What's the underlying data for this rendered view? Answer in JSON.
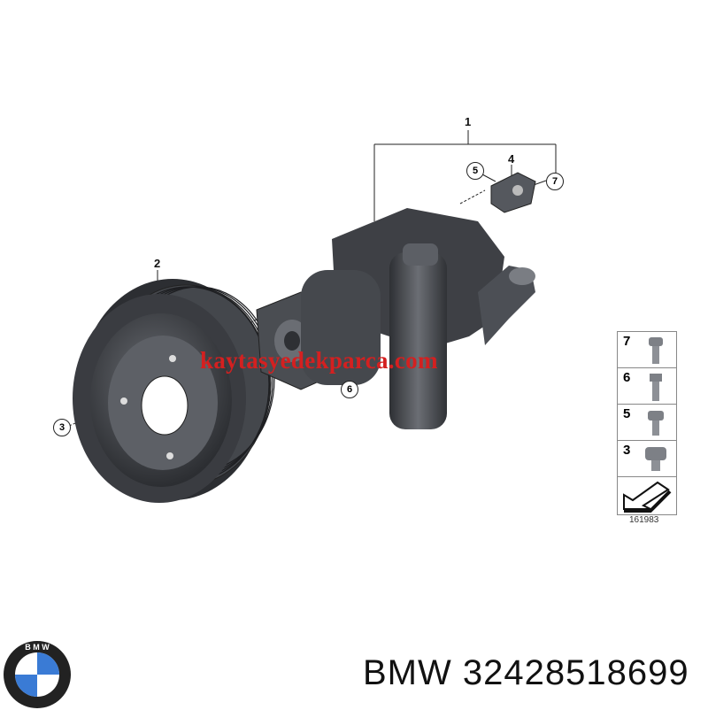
{
  "callouts": {
    "c1": "1",
    "c2": "2",
    "c3": "3",
    "c4": "4",
    "c5": "5",
    "c6": "6",
    "c7": "7"
  },
  "watermark": "kaytasyedekparca.com",
  "legend": {
    "items": [
      {
        "number": "7",
        "icon": "bolt-torx-icon"
      },
      {
        "number": "6",
        "icon": "bolt-hex-long-icon"
      },
      {
        "number": "5",
        "icon": "bolt-flange-icon"
      },
      {
        "number": "3",
        "icon": "bolt-hex-large-icon"
      }
    ],
    "arrow_icon": "direction-arrow-icon"
  },
  "diagram_id": "161983",
  "brand_logo": "BMW",
  "part_label": "BMW 32428518699",
  "colors": {
    "watermark": "#d42020",
    "part": "#3b3d42"
  }
}
